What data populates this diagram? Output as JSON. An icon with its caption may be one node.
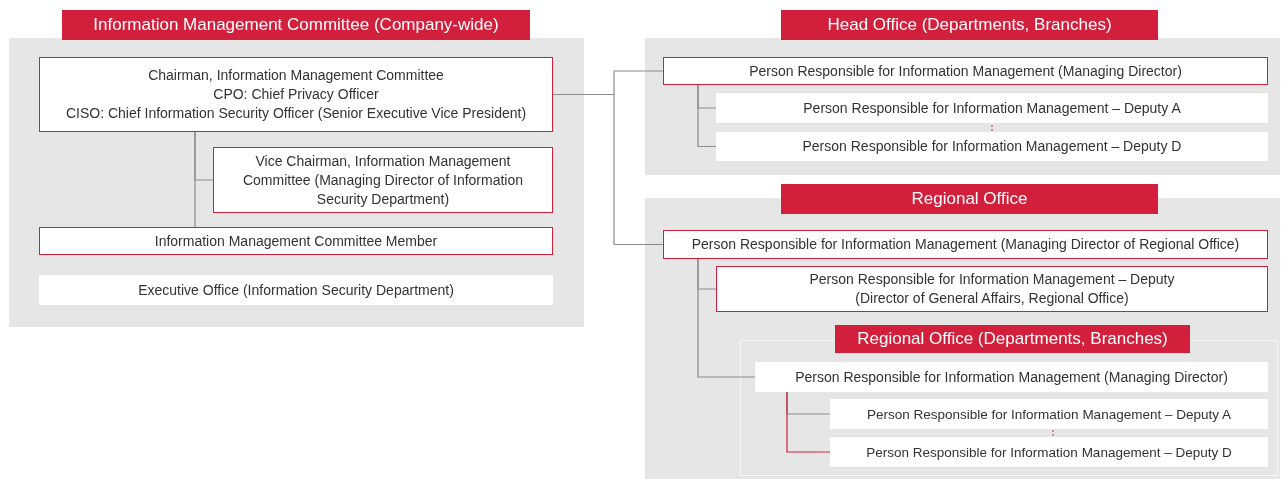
{
  "diagram": {
    "nodes": [
      {
        "text": [
          "Information Management Committee (Company-wide)"
        ]
      },
      {
        "text": [
          "Chairman, Information Management Committee",
          "CPO: Chief Privacy Officer",
          "CISO: Chief Information Security Officer (Senior Executive Vice President)"
        ],
        "in": 0
      },
      {
        "text": [
          "Vice Chairman, Information Management Committee (Managing Director of Information Security Department)"
        ],
        "in": 0
      },
      {
        "text": [
          "Information Management Committee Member"
        ],
        "in": 0
      },
      {
        "text": [
          "Executive Office (Information Security Department)"
        ],
        "in": 0
      },
      {
        "text": [
          "Head Office (Departments, Branches)"
        ]
      },
      {
        "text": [
          "Person Responsible for Information Management (Managing Director)"
        ],
        "in": 5
      },
      {
        "text": [
          "Person Responsible for Information Management – Deputy A"
        ],
        "in": 5
      },
      {
        "text": [
          "Person Responsible for Information Management – Deputy D"
        ],
        "in": 5
      },
      {
        "text": [
          "Regional Office"
        ]
      },
      {
        "text": [
          "Person Responsible for Information Management (Managing Director of Regional Office)"
        ],
        "in": 9
      },
      {
        "text": [
          "Person Responsible for Information Management – Deputy (Director of General Affairs, Regional Office)"
        ],
        "in": 9
      },
      {
        "text": [
          "Regional Office (Departments, Branches)"
        ],
        "in": 9
      },
      {
        "text": [
          "Person Responsible for Information Management (Managing Director)"
        ],
        "in": 12
      },
      {
        "text": [
          "Person Responsible for Information Management – Deputy A"
        ],
        "in": 12
      },
      {
        "text": [
          "Person Responsible for Information Management – Deputy D"
        ],
        "in": 12
      }
    ],
    "edges": [
      {
        "from": 1,
        "to": 2,
        "arrow": "none"
      },
      {
        "from": 1,
        "to": 3,
        "arrow": "none"
      },
      {
        "from": 1,
        "to": 6,
        "arrow": "none"
      },
      {
        "from": 1,
        "to": 10,
        "arrow": "none"
      },
      {
        "from": 6,
        "to": 7,
        "arrow": "none"
      },
      {
        "from": 6,
        "to": 8,
        "arrow": "none"
      },
      {
        "from": 10,
        "to": 11,
        "arrow": "none"
      },
      {
        "from": 10,
        "to": 13,
        "arrow": "none"
      },
      {
        "from": 13,
        "to": 14,
        "arrow": "none"
      },
      {
        "from": 13,
        "to": 15,
        "arrow": "none",
        "color": "#d21f3c"
      }
    ]
  }
}
